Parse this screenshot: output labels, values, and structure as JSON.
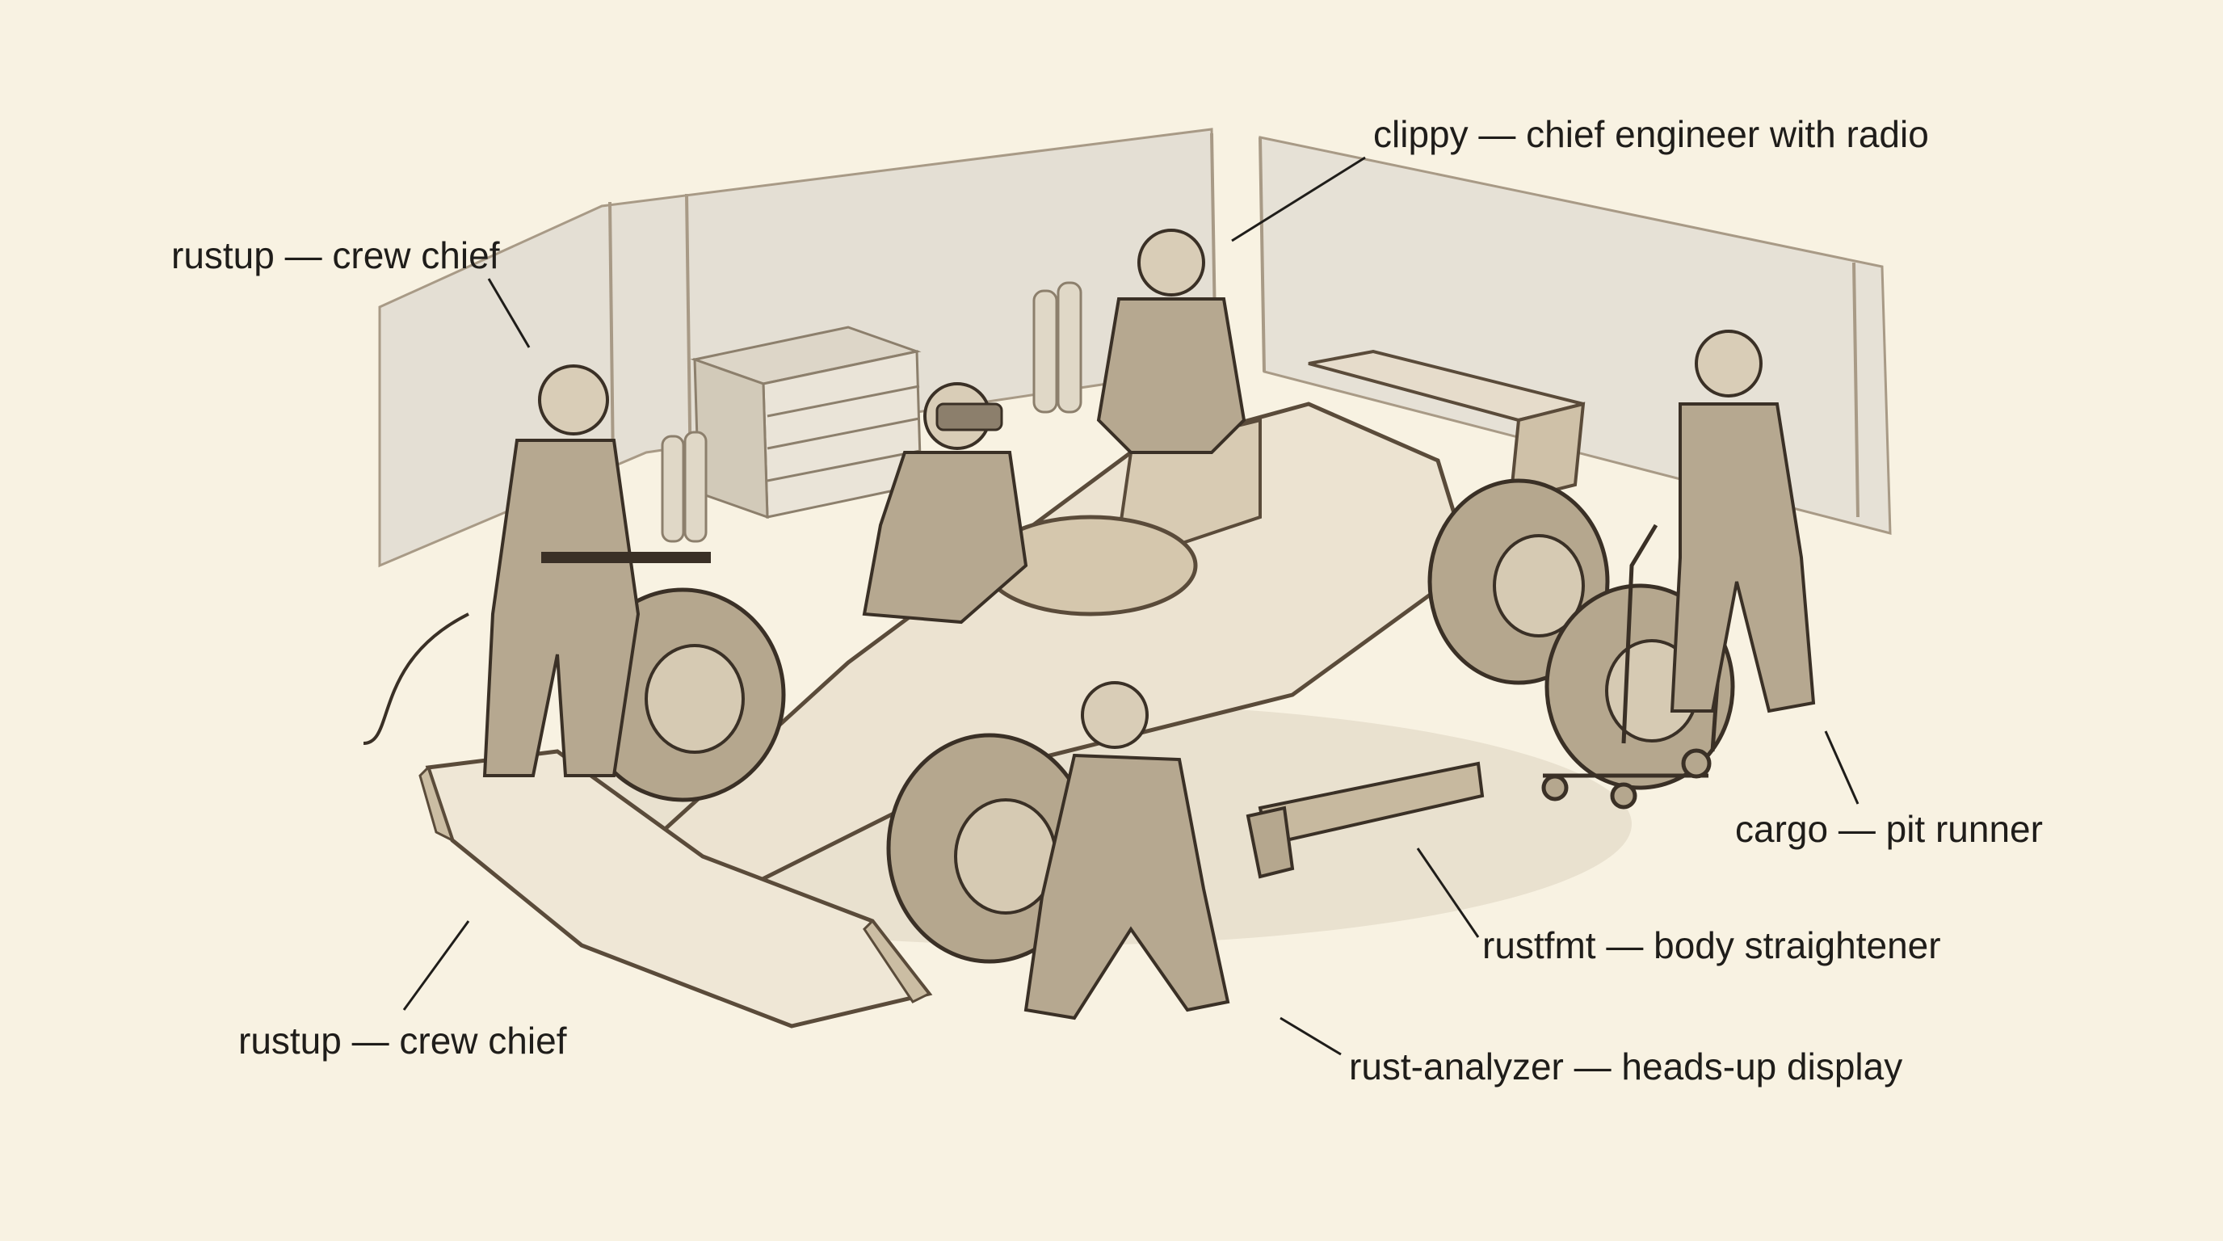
{
  "labels": {
    "rustup_top": "rustup — crew chief",
    "rustup_bottom": "rustup — crew chief",
    "clippy": "clippy — chief engineer with radio",
    "cargo": "cargo — pit runner",
    "rustfmt": "rustfmt — body straightener",
    "rust_analyzer": "rust-analyzer — heads-up display"
  },
  "colors": {
    "paper": "#f8f2e2",
    "ink": "#3a3026",
    "sepia": "#b7a68c",
    "shade": "#d9cdb7",
    "wall": "#e2ddd2"
  }
}
